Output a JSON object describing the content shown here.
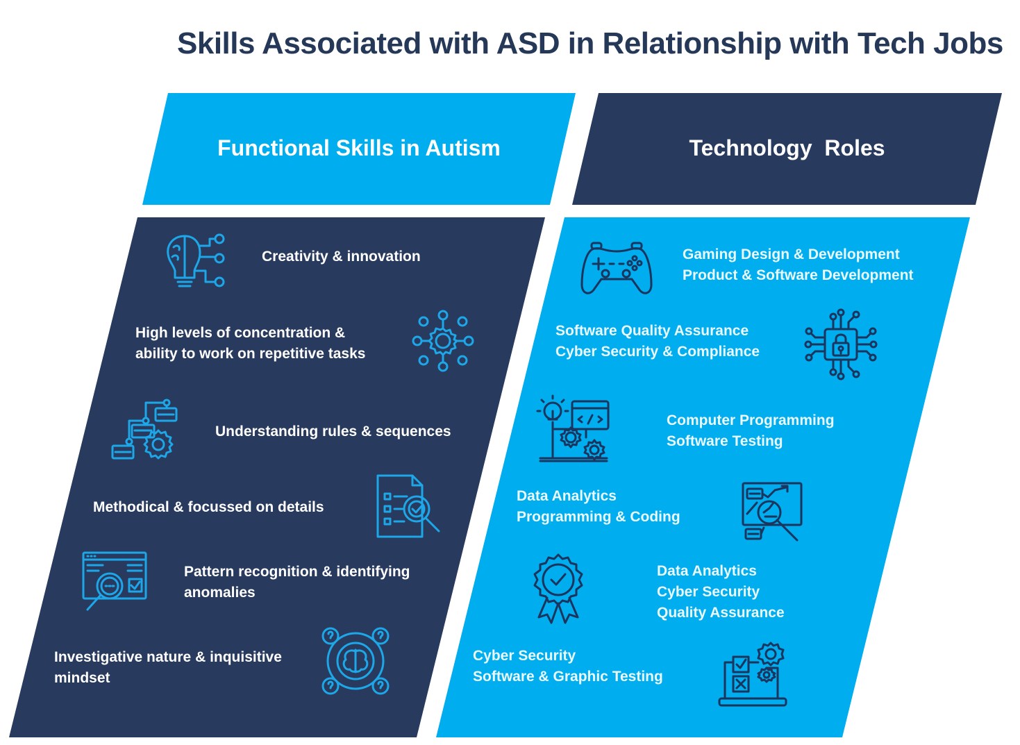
{
  "title": "Skills Associated with ASD in Relationship with Tech Jobs",
  "colors": {
    "navy": "#283a5e",
    "sky": "#00adef",
    "title_text": "#253858",
    "left_icon_stroke": "#1ea7e8",
    "right_icon_stroke": "#1c355e"
  },
  "left_column": {
    "header": "Functional Skills in Autism",
    "items": [
      {
        "icon": "brain-lightbulb-circuit-icon",
        "lines": [
          "Creativity & innovation"
        ]
      },
      {
        "icon": "gear-network-icon",
        "lines": [
          "High levels of concentration &",
          "ability to work on repetitive tasks"
        ]
      },
      {
        "icon": "flowchart-gear-icon",
        "lines": [
          "Understanding rules & sequences"
        ]
      },
      {
        "icon": "document-checklist-magnifier-icon",
        "lines": [
          "Methodical & focussed on details"
        ]
      },
      {
        "icon": "browser-magnifier-icon",
        "lines": [
          "Pattern recognition & identifying",
          "anomalies"
        ]
      },
      {
        "icon": "brain-questions-icon",
        "lines": [
          "Investigative nature & inquisitive",
          "mindset"
        ]
      }
    ]
  },
  "right_column": {
    "header": "Technology  Roles",
    "items": [
      {
        "icon": "gamepad-icon",
        "lines": [
          "Gaming Design & Development",
          "Product & Software Development"
        ]
      },
      {
        "icon": "chip-lock-icon",
        "lines": [
          "Software Quality Assurance",
          "Cyber Security & Compliance"
        ]
      },
      {
        "icon": "code-lightbulb-gears-icon",
        "lines": [
          "Computer Programming",
          "Software Testing"
        ]
      },
      {
        "icon": "analytics-magnifier-icon",
        "lines": [
          "Data Analytics",
          "Programming & Coding"
        ]
      },
      {
        "icon": "quality-badge-icon",
        "lines": [
          "Data Analytics",
          "Cyber Security",
          "Quality Assurance"
        ]
      },
      {
        "icon": "laptop-checklist-gears-icon",
        "lines": [
          "Cyber Security",
          "Software & Graphic Testing"
        ]
      }
    ]
  }
}
